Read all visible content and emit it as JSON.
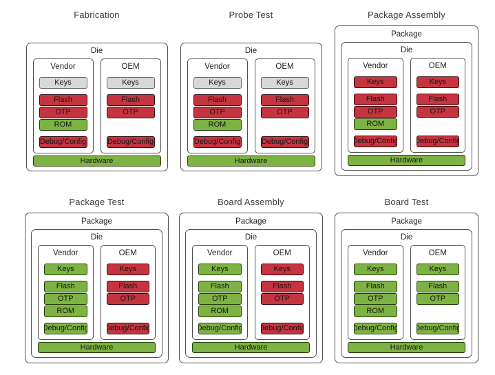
{
  "palette": {
    "red": "#c63440",
    "green": "#7db342",
    "gray": "#d8d8d8",
    "red_border": "#35090d",
    "green_border": "#223d0c",
    "gray_border": "#6b6b6b",
    "container_border": "#4f4f4f",
    "title_text": "#3a3a3a",
    "box_text": "#141414",
    "background": "#ffffff"
  },
  "labels": {
    "package": "Package",
    "die": "Die",
    "vendor": "Vendor",
    "oem": "OEM",
    "keys": "Keys",
    "flash": "Flash",
    "otp": "OTP",
    "rom": "ROM",
    "debug": "Debug/Config",
    "hardware": "Hardware"
  },
  "stages": [
    {
      "title": "Fabrication",
      "has_package": false,
      "vendor": {
        "keys": "gray",
        "flash": "red",
        "otp": "red",
        "rom": "green",
        "debug": "red"
      },
      "oem": {
        "keys": "gray",
        "flash": "red",
        "otp": "red",
        "rom": null,
        "debug": "red"
      },
      "hardware": "green"
    },
    {
      "title": "Probe Test",
      "has_package": false,
      "vendor": {
        "keys": "gray",
        "flash": "red",
        "otp": "red",
        "rom": "green",
        "debug": "red"
      },
      "oem": {
        "keys": "gray",
        "flash": "red",
        "otp": "red",
        "rom": null,
        "debug": "red"
      },
      "hardware": "green"
    },
    {
      "title": "Package Assembly",
      "has_package": true,
      "vendor": {
        "keys": "red",
        "flash": "red",
        "otp": "red",
        "rom": "green",
        "debug": "red"
      },
      "oem": {
        "keys": "red",
        "flash": "red",
        "otp": "red",
        "rom": null,
        "debug": "red"
      },
      "hardware": "green"
    },
    {
      "title": "Package Test",
      "has_package": true,
      "vendor": {
        "keys": "green",
        "flash": "green",
        "otp": "green",
        "rom": "green",
        "debug": "green"
      },
      "oem": {
        "keys": "red",
        "flash": "red",
        "otp": "red",
        "rom": null,
        "debug": "red"
      },
      "hardware": "green"
    },
    {
      "title": "Board Assembly",
      "has_package": true,
      "vendor": {
        "keys": "green",
        "flash": "green",
        "otp": "green",
        "rom": "green",
        "debug": "green"
      },
      "oem": {
        "keys": "red",
        "flash": "red",
        "otp": "red",
        "rom": null,
        "debug": "red"
      },
      "hardware": "green"
    },
    {
      "title": "Board Test",
      "has_package": true,
      "vendor": {
        "keys": "green",
        "flash": "green",
        "otp": "green",
        "rom": "green",
        "debug": "green"
      },
      "oem": {
        "keys": "green",
        "flash": "green",
        "otp": "green",
        "rom": null,
        "debug": "green"
      },
      "hardware": "green"
    }
  ]
}
